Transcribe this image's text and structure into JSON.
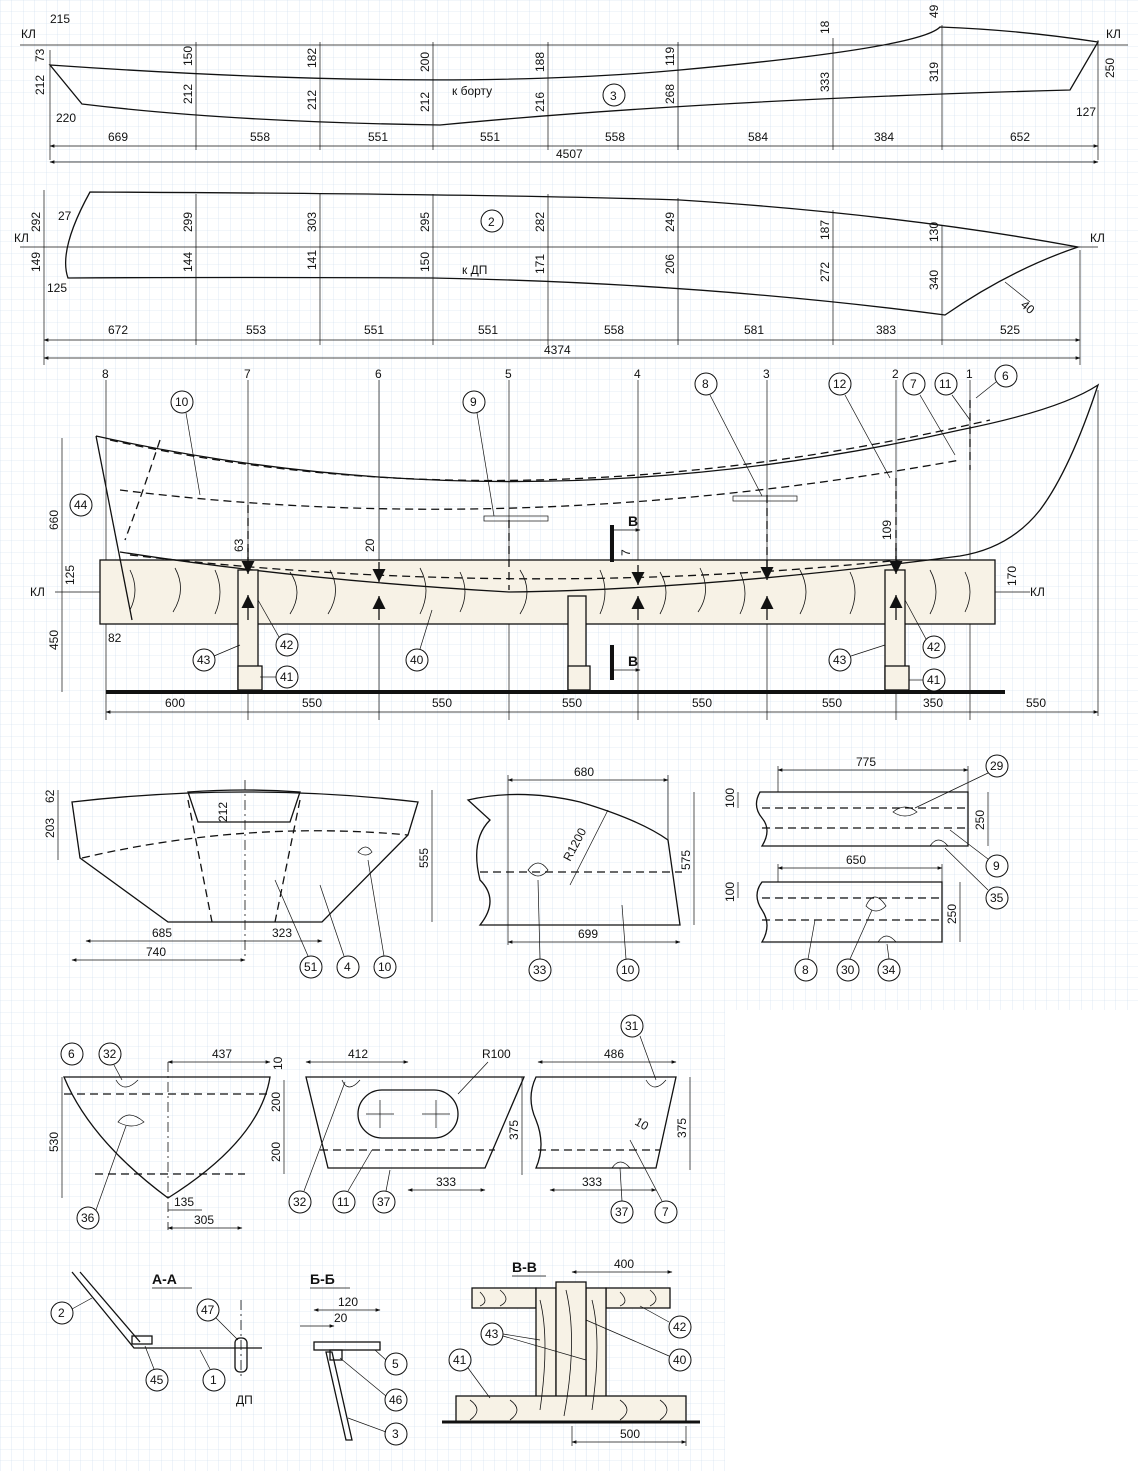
{
  "axis_label": "КЛ",
  "dp_label": "ДП",
  "panel3": {
    "part_no": "3",
    "edge_label": "к борту",
    "dims": [
      "215",
      "73",
      "212",
      "150",
      "212",
      "182",
      "212",
      "200",
      "212",
      "188",
      "216",
      "119",
      "268",
      "18",
      "333",
      "49",
      "319",
      "250",
      "127",
      "220"
    ],
    "segments": [
      "669",
      "558",
      "551",
      "551",
      "558",
      "584",
      "384",
      "652"
    ],
    "total": "4507"
  },
  "panel2": {
    "part_no": "2",
    "edge_label": "к ДП",
    "dims": [
      "292",
      "149",
      "27",
      "299",
      "144",
      "303",
      "141",
      "295",
      "150",
      "282",
      "171",
      "249",
      "206",
      "187",
      "272",
      "130",
      "340",
      "40",
      "125"
    ],
    "segments": [
      "672",
      "553",
      "551",
      "551",
      "558",
      "581",
      "383",
      "525"
    ],
    "total": "4374"
  },
  "assembly": {
    "stations": [
      "8",
      "7",
      "6",
      "5",
      "4",
      "3",
      "2",
      "1"
    ],
    "callouts": [
      "10",
      "9",
      "8",
      "12",
      "7",
      "11",
      "6",
      "44",
      "42",
      "43",
      "41",
      "40",
      "42",
      "43",
      "41"
    ],
    "heights": [
      "660",
      "125",
      "450",
      "82",
      "63",
      "20",
      "7",
      "109",
      "170"
    ],
    "section_mark": "В",
    "spacing": [
      "600",
      "550",
      "550",
      "550",
      "550",
      "550",
      "350",
      "550"
    ]
  },
  "frame4": {
    "dims": [
      "62",
      "203",
      "212",
      "555",
      "685",
      "323",
      "740"
    ],
    "callouts": [
      "51",
      "4",
      "10"
    ]
  },
  "frame10": {
    "dims": [
      "680",
      "R1200",
      "575",
      "699"
    ],
    "callouts": [
      "33",
      "10"
    ]
  },
  "frame9": {
    "dims": [
      "775",
      "100",
      "250"
    ],
    "callouts": [
      "29",
      "9",
      "35"
    ]
  },
  "frame8": {
    "dims": [
      "650",
      "100",
      "250"
    ],
    "callouts": [
      "8",
      "30",
      "34"
    ]
  },
  "frame6": {
    "dims": [
      "437",
      "10",
      "200",
      "200",
      "530",
      "135",
      "305"
    ],
    "callouts": [
      "6",
      "32",
      "36"
    ]
  },
  "frame11": {
    "dims": [
      "412",
      "R100",
      "375",
      "333"
    ],
    "callouts": [
      "32",
      "11",
      "37"
    ]
  },
  "frame7": {
    "dims": [
      "486",
      "375",
      "10",
      "333"
    ],
    "callouts": [
      "31",
      "37",
      "7"
    ]
  },
  "section_aa": {
    "title": "А-А",
    "callouts": [
      "2",
      "47",
      "45",
      "1"
    ]
  },
  "section_bb": {
    "title": "Б-Б",
    "dims": [
      "120",
      "20"
    ],
    "callouts": [
      "5",
      "46",
      "3"
    ]
  },
  "section_vv": {
    "title": "В-В",
    "dims": [
      "400",
      "500"
    ],
    "callouts": [
      "42",
      "43",
      "40",
      "41"
    ]
  }
}
